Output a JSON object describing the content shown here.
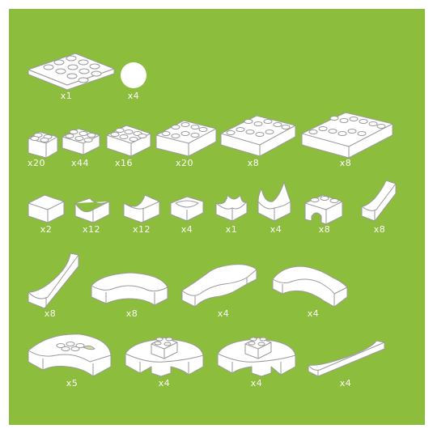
{
  "colors": {
    "background": "#8cbd3c",
    "pieces": "#ffffff",
    "outline": "#9a9a9a"
  },
  "rows": [
    [
      {
        "name": "baseplate",
        "qty": "x1"
      },
      {
        "name": "marble",
        "qty": "x4"
      }
    ],
    [
      {
        "name": "brick-2x2",
        "qty": "x20"
      },
      {
        "name": "brick-2x3",
        "qty": "x44"
      },
      {
        "name": "brick-2x4",
        "qty": "x16"
      },
      {
        "name": "brick-2x6",
        "qty": "x20"
      },
      {
        "name": "brick-2x8",
        "qty": "x8"
      },
      {
        "name": "brick-2x10",
        "qty": "x8"
      }
    ],
    [
      {
        "name": "cube-block",
        "qty": "x2"
      },
      {
        "name": "channel-straight",
        "qty": "x12"
      },
      {
        "name": "channel-corner",
        "qty": "x12"
      },
      {
        "name": "channel-bowl",
        "qty": "x4"
      },
      {
        "name": "channel-cross",
        "qty": "x1"
      },
      {
        "name": "channel-steep",
        "qty": "x4"
      },
      {
        "name": "arch-brick",
        "qty": "x8"
      },
      {
        "name": "chute-short",
        "qty": "x8"
      }
    ],
    [
      {
        "name": "ramp-long",
        "qty": "x8"
      },
      {
        "name": "curve-half",
        "qty": "x8"
      },
      {
        "name": "curve-s-left",
        "qty": "x4"
      },
      {
        "name": "curve-s-right",
        "qty": "x4"
      }
    ],
    [
      {
        "name": "funnel-dish",
        "qty": "x5"
      },
      {
        "name": "bowl-tower-left",
        "qty": "x4"
      },
      {
        "name": "bowl-tower-right",
        "qty": "x4"
      },
      {
        "name": "straight-track-long",
        "qty": "x4"
      }
    ]
  ]
}
